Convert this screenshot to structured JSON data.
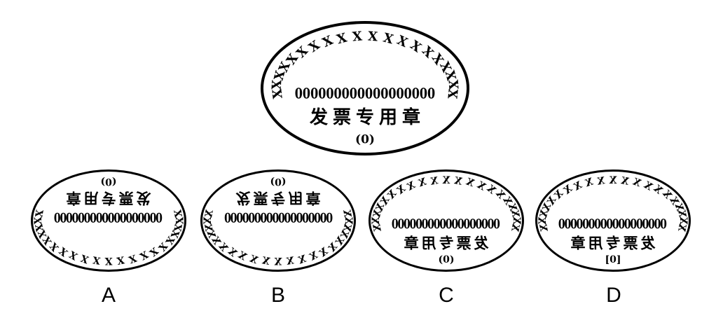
{
  "figure": {
    "background_color": "#ffffff",
    "ink_color": "#000000",
    "description": "invoice-seal stamp with four transformed option variants"
  },
  "stamp_text": {
    "x_char": "X",
    "seal_label": "发票专用章",
    "serial_zeros": "000000000000000000",
    "bottom_paren": "(0)",
    "bottom_bracket": "[0]"
  },
  "stamps": [
    {
      "id": "main",
      "option_label": "",
      "variant": "original",
      "x_count": 20,
      "zeros": "000000000000000000",
      "seal_text": "发票专用章",
      "bottom_label": "(0)"
    },
    {
      "id": "option-a",
      "option_label": "A",
      "variant": "rotated-180",
      "x_count": 21,
      "zeros": "000000000000000000",
      "seal_text": "发票专用章",
      "bottom_label": "(0)"
    },
    {
      "id": "option-b",
      "option_label": "B",
      "variant": "flipped-vertical",
      "x_count": 21,
      "zeros": "000000000000000000",
      "seal_text": "发票专用章",
      "bottom_label": "(0)"
    },
    {
      "id": "option-c",
      "option_label": "C",
      "variant": "flipped-horizontal",
      "x_count": 21,
      "zeros": "000000000000000000",
      "seal_text": "发票专用章",
      "bottom_label": "(0)"
    },
    {
      "id": "option-d",
      "option_label": "D",
      "variant": "flipped-horizontal",
      "x_count": 21,
      "zeros": "000000000000000000",
      "seal_text": "发票专用章",
      "bottom_label": "[0]"
    }
  ]
}
